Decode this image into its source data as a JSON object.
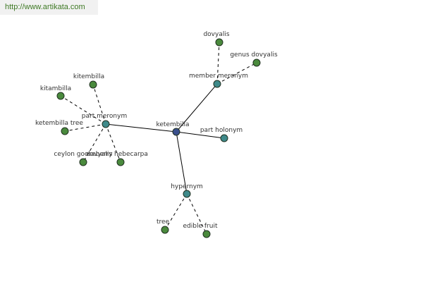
{
  "banner": {
    "url": "http://www.artikata.com"
  },
  "colors": {
    "center": "#3a4f8c",
    "relation": "#3f8a8a",
    "leaf": "#4a8a3d"
  },
  "graph": {
    "nodes": [
      {
        "id": "ketembilla",
        "label": "ketembilla",
        "kind": "center"
      },
      {
        "id": "part-meronym",
        "label": "part meronym",
        "kind": "relation"
      },
      {
        "id": "member-meronym",
        "label": "member meronym",
        "kind": "relation"
      },
      {
        "id": "part-holonym",
        "label": "part holonym",
        "kind": "relation"
      },
      {
        "id": "hypernym",
        "label": "hypernym",
        "kind": "relation"
      },
      {
        "id": "kitembilla-1",
        "label": "kitembilla",
        "kind": "leaf"
      },
      {
        "id": "kitambilla",
        "label": "kitambilla",
        "kind": "leaf"
      },
      {
        "id": "ketembilla-tree",
        "label": "ketembilla tree",
        "kind": "leaf"
      },
      {
        "id": "ceylon-gooseberry",
        "label": "ceylon gooseberry",
        "kind": "leaf"
      },
      {
        "id": "dovyalis-hebecarpa",
        "label": "dovyalis hebecarpa",
        "kind": "leaf"
      },
      {
        "id": "dovyalis",
        "label": "dovyalis",
        "kind": "leaf"
      },
      {
        "id": "genus-dovyalis",
        "label": "genus dovyalis",
        "kind": "leaf"
      },
      {
        "id": "tree",
        "label": "tree",
        "kind": "leaf"
      },
      {
        "id": "edible-fruit",
        "label": "edible fruit",
        "kind": "leaf"
      }
    ],
    "edges": [
      {
        "from": "ketembilla",
        "to": "part-meronym",
        "style": "solid"
      },
      {
        "from": "ketembilla",
        "to": "member-meronym",
        "style": "solid"
      },
      {
        "from": "ketembilla",
        "to": "part-holonym",
        "style": "solid"
      },
      {
        "from": "ketembilla",
        "to": "hypernym",
        "style": "solid"
      },
      {
        "from": "part-meronym",
        "to": "kitembilla-1",
        "style": "dashed"
      },
      {
        "from": "part-meronym",
        "to": "kitambilla",
        "style": "dashed"
      },
      {
        "from": "part-meronym",
        "to": "ketembilla-tree",
        "style": "dashed"
      },
      {
        "from": "part-meronym",
        "to": "ceylon-gooseberry",
        "style": "dashed"
      },
      {
        "from": "part-meronym",
        "to": "dovyalis-hebecarpa",
        "style": "dashed"
      },
      {
        "from": "member-meronym",
        "to": "dovyalis",
        "style": "dashed"
      },
      {
        "from": "member-meronym",
        "to": "genus-dovyalis",
        "style": "dashed"
      },
      {
        "from": "hypernym",
        "to": "tree",
        "style": "dashed"
      },
      {
        "from": "hypernym",
        "to": "edible-fruit",
        "style": "dashed"
      }
    ]
  }
}
